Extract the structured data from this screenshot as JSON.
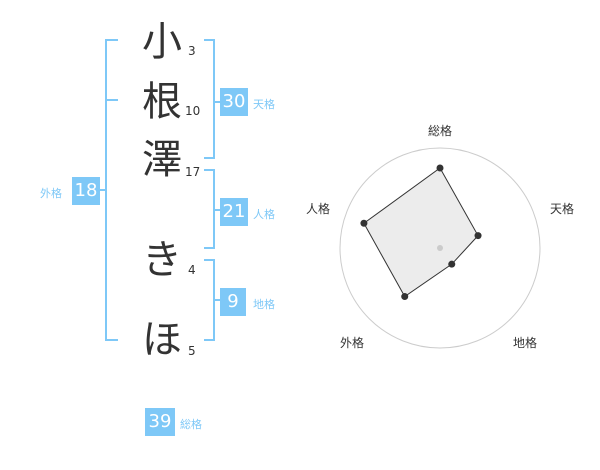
{
  "name": {
    "chars": [
      {
        "char": "小",
        "strokes": "3"
      },
      {
        "char": "根",
        "strokes": "10"
      },
      {
        "char": "澤",
        "strokes": "17"
      },
      {
        "char": "き",
        "strokes": "4"
      },
      {
        "char": "ほ",
        "strokes": "5"
      }
    ]
  },
  "fortune": {
    "tenkaku": {
      "value": "30",
      "label": "天格"
    },
    "jinkaku": {
      "value": "21",
      "label": "人格"
    },
    "chikaku": {
      "value": "9",
      "label": "地格"
    },
    "gaikaku": {
      "value": "18",
      "label": "外格"
    },
    "soukaku": {
      "value": "39",
      "label": "総格"
    }
  },
  "colors": {
    "accent": "#7ec8f7",
    "text": "#333333"
  },
  "chart_data": {
    "type": "radar",
    "axes": [
      "総格",
      "天格",
      "地格",
      "外格",
      "人格"
    ],
    "values": [
      4,
      2,
      1,
      3,
      4
    ],
    "max": 5,
    "rings": 4
  }
}
